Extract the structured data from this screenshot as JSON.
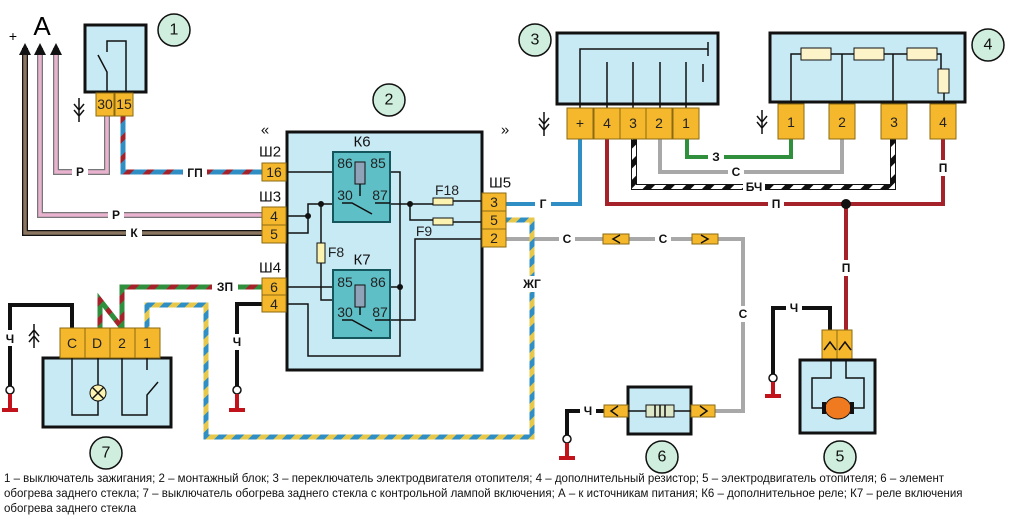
{
  "source_label": "A",
  "plus_sign": "+",
  "components": {
    "c1": {
      "number": "1",
      "pins": [
        "30",
        "15"
      ]
    },
    "c2": {
      "number": "2",
      "relays": [
        "К6",
        "К7"
      ],
      "relay_pins": {
        "k6": [
          "86",
          "85",
          "30",
          "87"
        ],
        "k7": [
          "85",
          "86",
          "30",
          "87"
        ]
      },
      "fuses": [
        "F18",
        "F9",
        "F8"
      ],
      "connectors": {
        "sh2": "Ш2",
        "sh3": "Ш3",
        "sh4": "Ш4",
        "sh5": "Ш5"
      },
      "pins": {
        "sh2": [
          "16"
        ],
        "sh3": [
          "4",
          "5"
        ],
        "sh4": [
          "6",
          "4"
        ],
        "sh5": [
          "3",
          "5",
          "2"
        ]
      }
    },
    "c3": {
      "number": "3",
      "pins": [
        "+",
        "4",
        "3",
        "2",
        "1"
      ]
    },
    "c4": {
      "number": "4",
      "pins": [
        "1",
        "2",
        "3",
        "4"
      ]
    },
    "c5": {
      "number": "5"
    },
    "c6": {
      "number": "6"
    },
    "c7": {
      "number": "7",
      "pins": [
        "C",
        "D",
        "2",
        "1"
      ]
    }
  },
  "wires": {
    "gp": "ГП",
    "r1": "Р",
    "r2": "Р",
    "k": "К",
    "g": "Г",
    "s1": "С",
    "s2": "С",
    "s3": "С",
    "zhg": "ЖГ",
    "zp": "ЗП",
    "ch1": "Ч",
    "ch2": "Ч",
    "ch3": "Ч",
    "ch4": "Ч",
    "z": "З",
    "s4": "С",
    "bch": "БЧ",
    "p1": "П",
    "p2": "П",
    "p3": "П"
  },
  "colors": {
    "block": "#c8eaf5",
    "relay": "#5fbfc7",
    "pin": "#f5b82c",
    "blue": "#2f8fc4",
    "red": "#a5222a",
    "pink": "#e9b3cf",
    "brown": "#8a7560",
    "green": "#2f8f3c",
    "grey": "#a8a8a8",
    "yellow": "#e8c84a",
    "black": "#111111"
  },
  "caption": [
    "1 – выключатель зажигания; 2 – монтажный блок; 3 – переключатель электродвигателя отопителя; 4 – дополнительный резистор; 5 – электродвигатель отопителя; 6 – элемент",
    "обогрева заднего стекла; 7 – выключатель обогрева заднего стекла с контрольной лампой включения; А – к источникам питания; К6 – дополнительное реле; К7 – реле включения",
    "обогрева заднего стекла"
  ]
}
